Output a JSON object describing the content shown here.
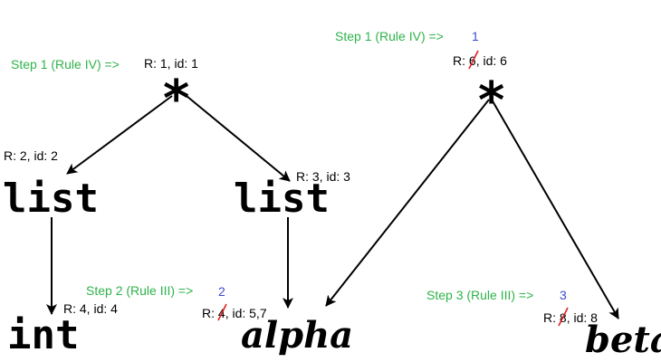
{
  "colors": {
    "step_text": "#2fb34a",
    "step_number": "#3c4bd0",
    "strike": "#e02020"
  },
  "left_tree": {
    "root_symbol": "*",
    "step1": {
      "label": "Step 1 (Rule IV) =>",
      "info": "R: 1, id: 1"
    },
    "list_a": {
      "text": "list",
      "info": "R: 2, id: 2"
    },
    "list_b": {
      "text": "list",
      "info": "R: 3, id: 3"
    },
    "int_node": {
      "text": "int",
      "info": "R: 4, id: 4"
    },
    "alpha": {
      "text": "alpha",
      "info_prefix": "R: ",
      "old_value": "4",
      "info_suffix": ", id: 5,7",
      "step": {
        "label": "Step 2 (Rule III) =>",
        "number": "2"
      }
    }
  },
  "right_tree": {
    "root_symbol": "*",
    "step1": {
      "label": "Step 1 (Rule IV) =>",
      "number": "1"
    },
    "root_info": {
      "prefix": "R: ",
      "old_value": "6",
      "suffix": ", id: 6"
    },
    "beta": {
      "text": "beta",
      "info_prefix": "R: ",
      "old_value": "8",
      "info_suffix": ", id: 8",
      "step": {
        "label": "Step 3 (Rule III) =>",
        "number": "3"
      }
    }
  }
}
